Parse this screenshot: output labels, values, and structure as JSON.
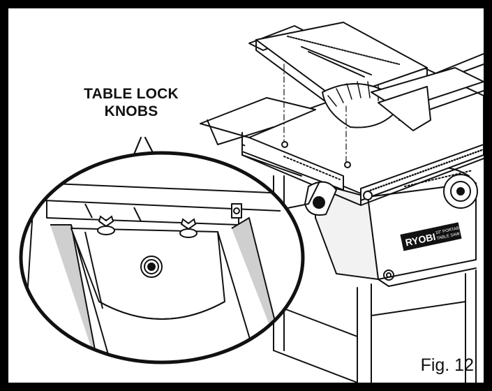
{
  "callout": {
    "line1": "TABLE LOCK",
    "line2": "KNOBS"
  },
  "figure_label": "Fig. 12",
  "brand_badge": {
    "brand": "RYOBI",
    "model_line1": "10\" PORTABLE",
    "model_line2": "TABLE SAW"
  },
  "colors": {
    "background": "#000000",
    "panel": "#ffffff",
    "ink": "#111111",
    "shade": "#cfcfcf"
  }
}
